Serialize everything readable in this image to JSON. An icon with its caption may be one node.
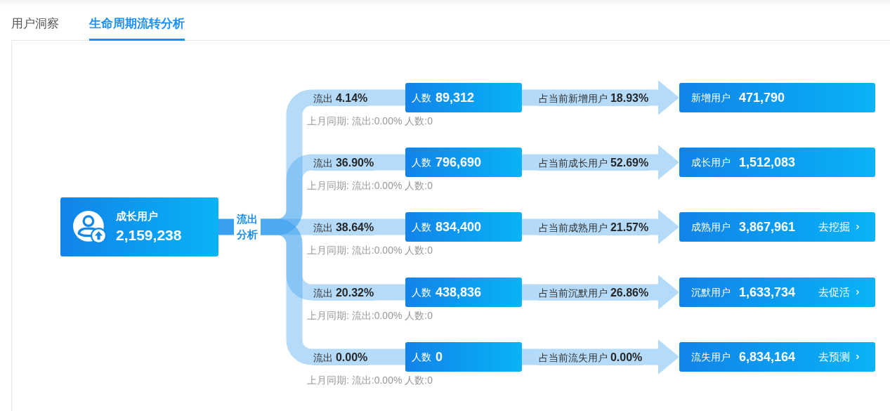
{
  "diagram": {
    "nodes": [
      {
        "text": [
          "成长用户",
          "2,159,238"
        ]
      },
      {
        "text": [
          "流出分析"
        ]
      },
      {
        "text": [
          "人数",
          "89,312"
        ],
        "beside": [
          "上月同期: 流出:0.00% 人数:0"
        ]
      },
      {
        "text": [
          "新增用户",
          "471,790"
        ]
      },
      {
        "text": [
          "人数",
          "796,690"
        ],
        "beside": [
          "上月同期: 流出:0.00% 人数:0"
        ]
      },
      {
        "text": [
          "成长用户",
          "1,512,083"
        ]
      },
      {
        "text": [
          "人数",
          "834,400"
        ],
        "beside": [
          "上月同期: 流出:0.00% 人数:0"
        ]
      },
      {
        "text": [
          "成熟用户",
          "3,867,961",
          "去挖掘"
        ]
      },
      {
        "text": [
          "人数",
          "438,836"
        ],
        "beside": [
          "上月同期: 流出:0.00% 人数:0"
        ]
      },
      {
        "text": [
          "沉默用户",
          "1,633,734",
          "去促活"
        ]
      },
      {
        "text": [
          "人数",
          "0"
        ],
        "beside": [
          "上月同期: 流出:0.00% 人数:0"
        ]
      },
      {
        "text": [
          "流失用户",
          "6,834,164",
          "去预测"
        ]
      }
    ],
    "edges": [
      {
        "from": 0,
        "to": 1,
        "arrow": "none",
        "color": "#3a9ff0"
      },
      {
        "from": 1,
        "to": 2,
        "arrow": "none",
        "label": "流出 **4.14%**"
      },
      {
        "from": 1,
        "to": 4,
        "arrow": "none",
        "label": "流出 **36.90%**"
      },
      {
        "from": 1,
        "to": 6,
        "arrow": "none",
        "label": "流出 **38.64%**"
      },
      {
        "from": 1,
        "to": 8,
        "arrow": "none",
        "label": "流出 **20.32%**"
      },
      {
        "from": 1,
        "to": 10,
        "arrow": "none",
        "label": "流出 **0.00%**"
      },
      {
        "from": 2,
        "to": 3,
        "arrow": "to",
        "label": "占当前新增用户 **18.93%**"
      },
      {
        "from": 4,
        "to": 5,
        "arrow": "to",
        "label": "占当前成长用户 **52.69%**"
      },
      {
        "from": 6,
        "to": 7,
        "arrow": "to",
        "label": "占当前成熟用户 **21.57%**"
      },
      {
        "from": 8,
        "to": 9,
        "arrow": "to",
        "label": "占当前沉默用户 **26.86%**"
      },
      {
        "from": 10,
        "to": 11,
        "arrow": "to",
        "label": "占当前流失用户 **0.00%**"
      }
    ],
    "labels": [
      "用户洞察",
      "生命周期流转分析"
    ]
  }
}
